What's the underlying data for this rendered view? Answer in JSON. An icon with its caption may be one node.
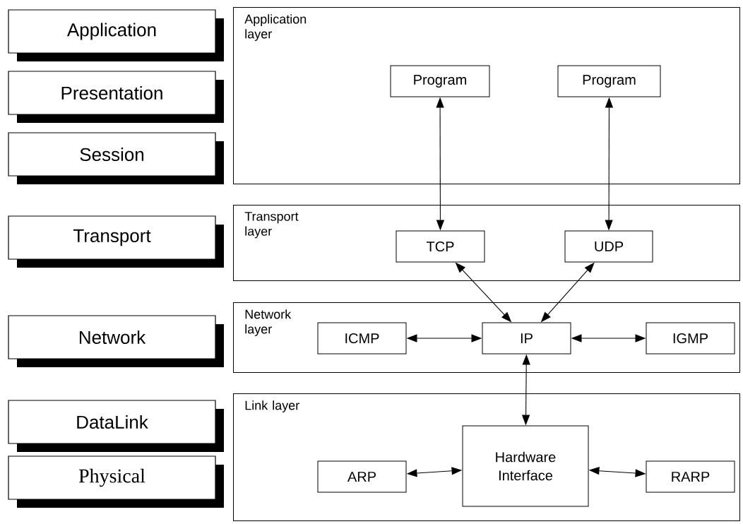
{
  "diagram": {
    "nodes": [
      {
        "text": [
          "Application"
        ]
      },
      {
        "text": [
          "Presentation"
        ]
      },
      {
        "text": [
          "Session"
        ]
      },
      {
        "text": [
          "Transport"
        ]
      },
      {
        "text": [
          "Network"
        ]
      },
      {
        "text": [
          "DataLink"
        ]
      },
      {
        "text": [
          "Physical"
        ]
      },
      {
        "text": [
          "Application layer"
        ]
      },
      {
        "text": [
          "Program"
        ],
        "in": 7
      },
      {
        "text": [
          "Program"
        ],
        "in": 7
      },
      {
        "text": [
          "Transport layer"
        ]
      },
      {
        "text": [
          "TCP"
        ],
        "in": 10
      },
      {
        "text": [
          "UDP"
        ],
        "in": 10
      },
      {
        "text": [
          "Network layer"
        ]
      },
      {
        "text": [
          "ICMP"
        ],
        "in": 13
      },
      {
        "text": [
          "IP"
        ],
        "in": 13
      },
      {
        "text": [
          "IGMP"
        ],
        "in": 13
      },
      {
        "text": [
          "Link layer"
        ]
      },
      {
        "text": [
          "ARP"
        ],
        "in": 17
      },
      {
        "text": [
          "Hardware Interface"
        ],
        "in": 17
      },
      {
        "text": [
          "RARP"
        ],
        "in": 17
      }
    ],
    "edges": [
      {
        "from": 8,
        "to": 11,
        "arrow": "both"
      },
      {
        "from": 9,
        "to": 12,
        "arrow": "both"
      },
      {
        "from": 11,
        "to": 15,
        "arrow": "both"
      },
      {
        "from": 12,
        "to": 15,
        "arrow": "both"
      },
      {
        "from": 14,
        "to": 15,
        "arrow": "both"
      },
      {
        "from": 15,
        "to": 16,
        "arrow": "both"
      },
      {
        "from": 15,
        "to": 19,
        "arrow": "both"
      },
      {
        "from": 18,
        "to": 19,
        "arrow": "both"
      },
      {
        "from": 19,
        "to": 20,
        "arrow": "both"
      }
    ]
  }
}
